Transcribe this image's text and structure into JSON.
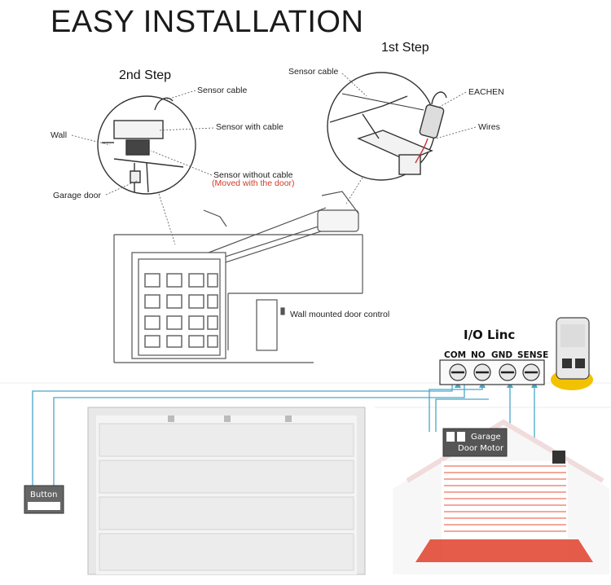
{
  "title": "EASY INSTALLATION",
  "steps": {
    "first": "1st Step",
    "second": "2nd Step"
  },
  "labels": {
    "sensor_cable_2nd": "Sensor cable",
    "sensor_with_cable": "Sensor with cable",
    "wall": "Wall",
    "sensor_without_cable": "Sensor without cable",
    "moved_with_door": "(Moved with the door)",
    "garage_door": "Garage door",
    "sensor_cable_1st": "Sensor cable",
    "eachen": "EACHEN",
    "wires": "Wires",
    "wall_mounted_control": "Wall mounted door control"
  },
  "io_linc": {
    "title": "I/O Linc",
    "terminals": [
      "COM",
      "NO",
      "GND",
      "SENSE"
    ]
  },
  "boxes": {
    "button": "Button",
    "motor_line1": "Garage",
    "motor_line2": "Door Motor"
  },
  "colors": {
    "wire": "#4aa6c8",
    "red_light": "#e0402a",
    "device_yellow": "#f2c200"
  }
}
